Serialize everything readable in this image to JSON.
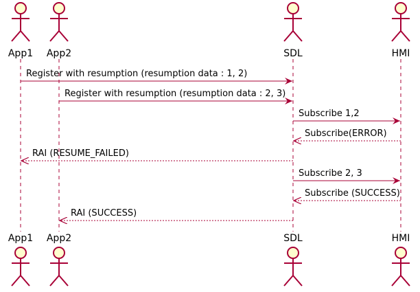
{
  "diagram": {
    "type": "sequence",
    "colors": {
      "line": "#a80036",
      "actor_fill": "#fefece",
      "text": "#000000",
      "background": "#ffffff"
    },
    "participants": [
      {
        "id": "app1",
        "label": "App1"
      },
      {
        "id": "app2",
        "label": "App2"
      },
      {
        "id": "sdl",
        "label": "SDL"
      },
      {
        "id": "hmi",
        "label": "HMI"
      }
    ],
    "messages": [
      {
        "from": "app1",
        "to": "sdl",
        "label": "Register with resumption (resumption data : 1, 2)",
        "style": "solid"
      },
      {
        "from": "app2",
        "to": "sdl",
        "label": "Register with resumption (resumption data : 2, 3)",
        "style": "solid"
      },
      {
        "from": "sdl",
        "to": "hmi",
        "label": "Subscribe 1,2",
        "style": "solid"
      },
      {
        "from": "hmi",
        "to": "sdl",
        "label": "Subscribe(ERROR)",
        "style": "dashed"
      },
      {
        "from": "sdl",
        "to": "app1",
        "label": "RAI (RESUME_FAILED)",
        "style": "dashed"
      },
      {
        "from": "sdl",
        "to": "hmi",
        "label": "Subscribe 2, 3",
        "style": "solid"
      },
      {
        "from": "hmi",
        "to": "sdl",
        "label": "Subscribe (SUCCESS)",
        "style": "dashed"
      },
      {
        "from": "sdl",
        "to": "app2",
        "label": "RAI (SUCCESS)",
        "style": "dashed"
      }
    ]
  }
}
